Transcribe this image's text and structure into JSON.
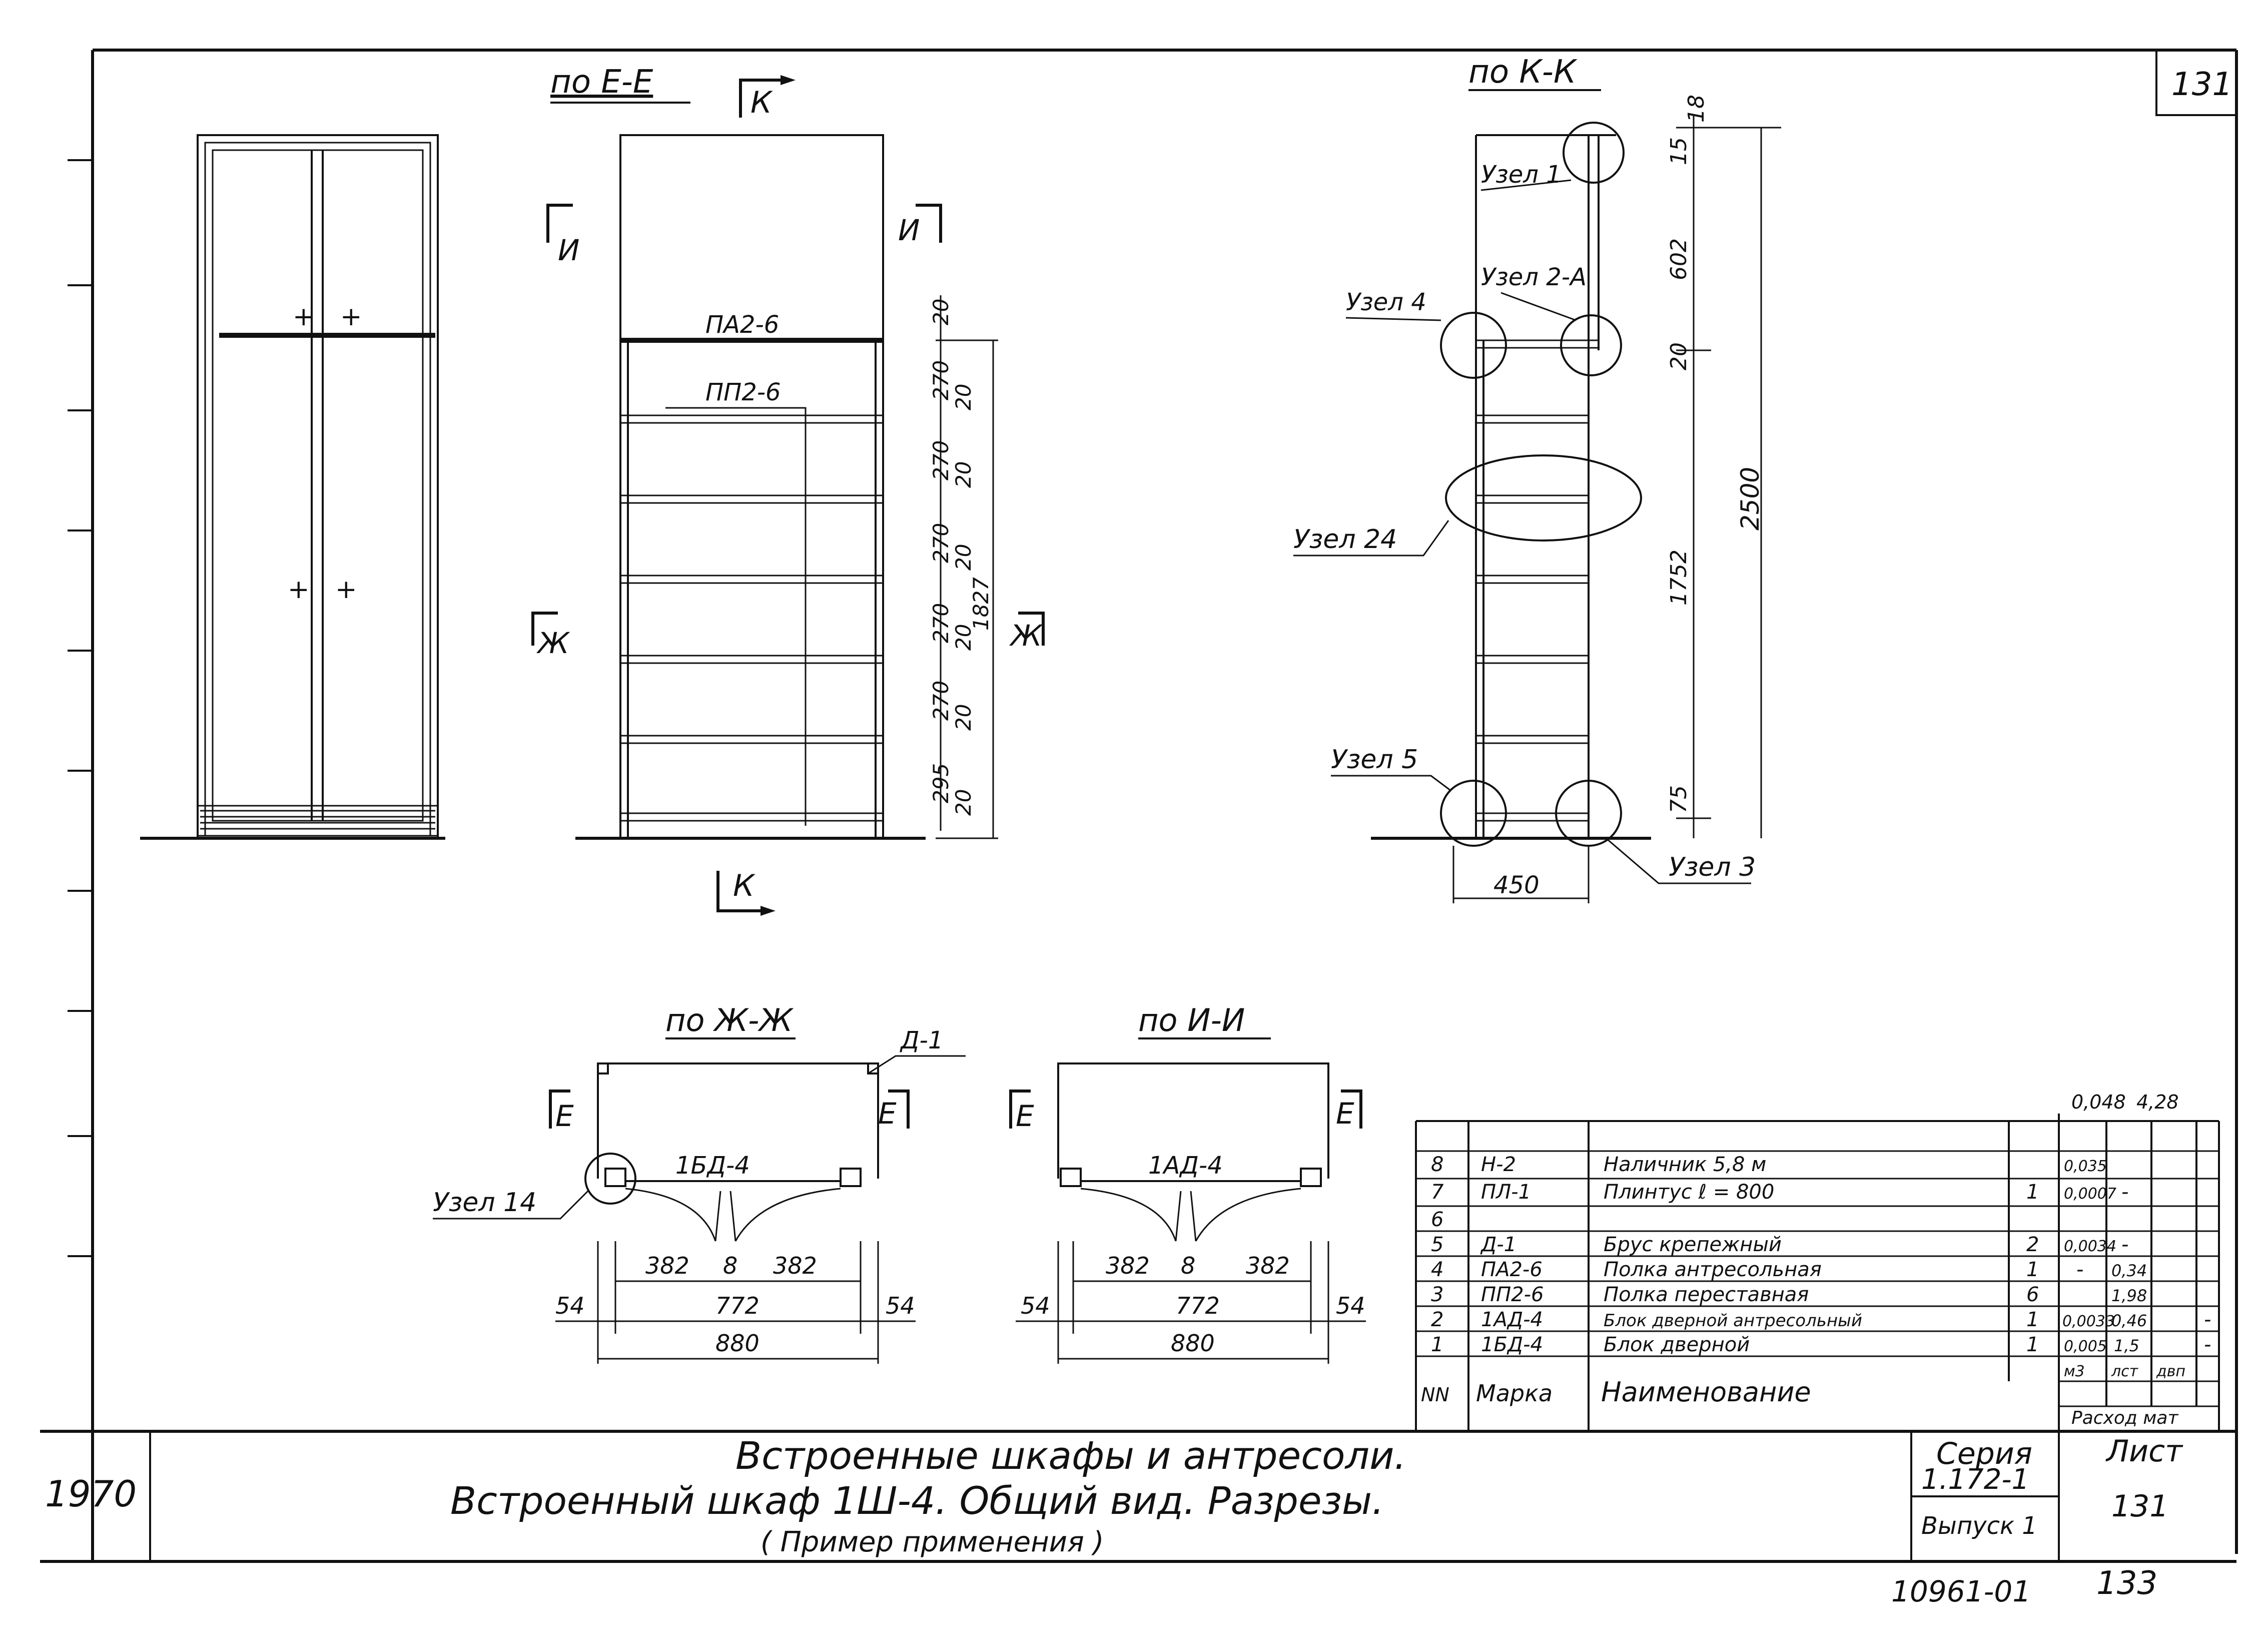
{
  "sheet": {
    "number_top": "131",
    "year": "1970",
    "title_line1": "Встроенные шкафы и антресоли.",
    "title_line2": "Встроенный шкаф 1Ш-4. Общий вид. Разрезы.",
    "title_line3": "( Пример применения )",
    "series_label": "Серия",
    "series_value": "1.172-1",
    "issue_label": "Выпуск 1",
    "sheet_label": "Лист",
    "sheet_value": "131",
    "archive_no": "10961-01",
    "page_no": "133"
  },
  "view_ee": {
    "title": "по Е-Е",
    "cut_k": "К",
    "cut_i": "И",
    "cut_zh": "Ж",
    "shelf_pa": "ПА2-6",
    "shelf_pp": "ПП2-6",
    "dims": [
      "20",
      "270",
      "20",
      "270",
      "20",
      "270",
      "20",
      "270",
      "20",
      "270",
      "20",
      "295",
      "20"
    ],
    "dim_total": "1827"
  },
  "view_kk": {
    "title": "по К-К",
    "node1": "Узел 1",
    "node2a": "Узел 2-А",
    "node4": "Узел 4",
    "node24": "Узел 24",
    "node5": "Узел 5",
    "node3": "Узел 3",
    "dims_top": [
      "18",
      "15",
      "602",
      "20"
    ],
    "dim_1752": "1752",
    "dim_75": "75",
    "dim_2500": "2500",
    "dim_450": "450"
  },
  "view_zhzh": {
    "title": "по Ж-Ж",
    "cut_e": "Е",
    "label_d1": "Д-1",
    "door": "1БД-4",
    "node14": "Узел 14",
    "dims": [
      "382",
      "8",
      "382",
      "54",
      "772",
      "54",
      "880"
    ]
  },
  "view_ii": {
    "title": "по И-И",
    "cut_e": "Е",
    "door": "1АД-4",
    "dims": [
      "382",
      "8",
      "382",
      "54",
      "772",
      "54",
      "880"
    ]
  },
  "table": {
    "top_values": [
      "0,048",
      "4,28"
    ],
    "headers": {
      "nn": "NN",
      "mark": "Марка",
      "name": "Наименование",
      "footer": "Расход мат"
    },
    "units": [
      "м3",
      "лст",
      "двп"
    ],
    "rows": [
      {
        "n": "8",
        "mark": "Н-2",
        "name": "Наличник 5,8 м",
        "qty": "",
        "c1": "0,035",
        "c2": "",
        "c3": ""
      },
      {
        "n": "7",
        "mark": "ПЛ-1",
        "name": "Плинтус ℓ = 800",
        "qty": "1",
        "c1": "0,0007",
        "c2": "-",
        "c3": ""
      },
      {
        "n": "6",
        "mark": "",
        "name": "",
        "qty": "",
        "c1": "",
        "c2": "",
        "c3": ""
      },
      {
        "n": "5",
        "mark": "Д-1",
        "name": "Брус крепежный",
        "qty": "2",
        "c1": "0,0034",
        "c2": "-",
        "c3": ""
      },
      {
        "n": "4",
        "mark": "ПА2-6",
        "name": "Полка антресольная",
        "qty": "1",
        "c1": "-",
        "c2": "0,34",
        "c3": ""
      },
      {
        "n": "3",
        "mark": "ПП2-6",
        "name": "Полка переставная",
        "qty": "6",
        "c1": "",
        "c2": "1,98",
        "c3": ""
      },
      {
        "n": "2",
        "mark": "1АД-4",
        "name": "Блок дверной антресольный",
        "qty": "1",
        "c1": "0,0033",
        "c2": "0,46",
        "c3": "-"
      },
      {
        "n": "1",
        "mark": "1БД-4",
        "name": "Блок дверной",
        "qty": "1",
        "c1": "0,005",
        "c2": "1,5",
        "c3": "-"
      }
    ]
  }
}
